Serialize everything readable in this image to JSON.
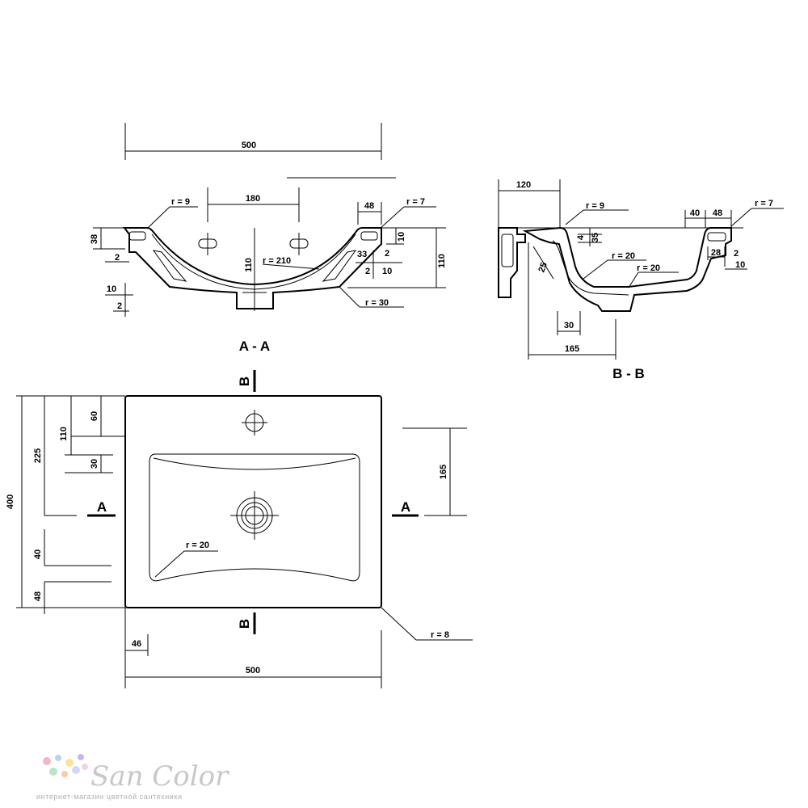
{
  "sections": {
    "aa": {
      "title": "A - A",
      "dims": {
        "width": "500",
        "holes": "180",
        "lip": "48",
        "r_left": "r = 9",
        "r_right": "r = 7",
        "h38": "38",
        "h2a": "2",
        "h10a": "10",
        "h2b": "2",
        "d110v": "110",
        "r210": "r = 210",
        "r30": "r = 30",
        "d10r": "10",
        "d2r": "2",
        "d33": "33",
        "d2s": "2",
        "d10s": "10",
        "h110r": "110"
      }
    },
    "bb": {
      "title": "B - B",
      "dims": {
        "d120": "120",
        "r9": "r = 9",
        "r7": "r = 7",
        "d40": "40",
        "d48": "48",
        "d4": "4",
        "d35": "35",
        "d25": "25",
        "r20a": "r = 20",
        "r20b": "r = 20",
        "d28": "28",
        "d2": "2",
        "d10": "10",
        "d30": "30",
        "d165": "165"
      }
    }
  },
  "plan": {
    "marker_a": "A",
    "marker_b": "B",
    "dims": {
      "d400": "400",
      "d225": "225",
      "d110": "110",
      "d60": "60",
      "d30": "30",
      "d40": "40",
      "d48": "48",
      "d165": "165",
      "r20": "r = 20",
      "r8": "r = 8",
      "d46": "46",
      "d500": "500"
    }
  },
  "logo": {
    "name": "San Color",
    "tagline": "интернет-магазин цветной сантехники",
    "dot_colors": [
      "#f5b5c9",
      "#b8d4f2",
      "#fde39a",
      "#c9b6ee",
      "#b6e6c4",
      "#f9c9a8",
      "#d6d6f5",
      "#f4d0e4"
    ]
  }
}
